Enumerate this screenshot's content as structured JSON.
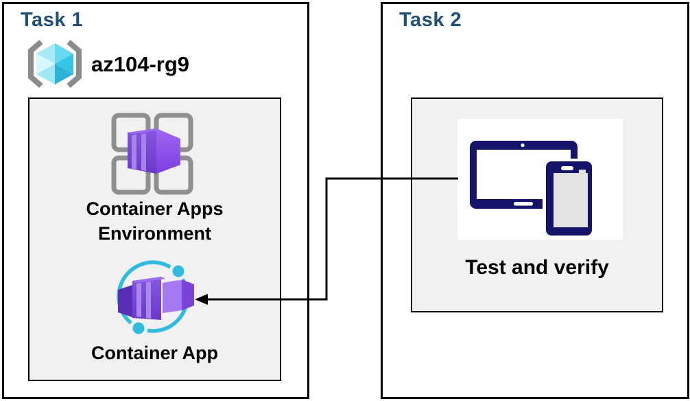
{
  "task1": {
    "title": "Task 1",
    "resource_group": {
      "name": "az104-rg9",
      "icon": "resource-group-icon"
    },
    "environment": {
      "label_line1": "Container Apps",
      "label_line2": "Environment",
      "icon": "container-apps-environment-icon"
    },
    "app": {
      "label": "Container App",
      "icon": "container-app-icon"
    }
  },
  "task2": {
    "title": "Task 2",
    "test": {
      "label": "Test and verify",
      "icon": "tablet-and-phone-icon"
    }
  },
  "connector": {
    "type": "elbow-arrow",
    "from": "tablet-and-phone-icon",
    "to": "container-app-icon"
  },
  "colors": {
    "task_title": "#1F4E79",
    "inner_box_fill": "#F1F1F1",
    "box_border": "#000000",
    "azure_cyan": "#2EBCDF",
    "cube_cyan_light": "#D6F7FC",
    "container_purple": "#7E4FD8",
    "container_purple_light": "#A878F0",
    "bracket_gray": "#8C8C8C",
    "grid_gray": "#8F8F8F",
    "device_navy": "#14146B",
    "phone_screen_gray": "#E3E3E3"
  }
}
